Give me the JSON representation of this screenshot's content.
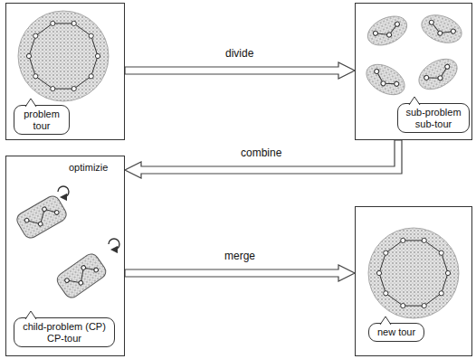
{
  "diagram": {
    "nodes": [
      {
        "text": [
          "problem tour"
        ]
      },
      {
        "text": [
          "sub-problem sub-tour"
        ]
      },
      {
        "text": [
          "optimizie",
          "child-problem (CP) CP-tour"
        ]
      },
      {
        "text": [
          "new tour"
        ]
      }
    ],
    "edges": [
      {
        "from": 0,
        "to": 1,
        "arrow": "to",
        "label": "divide"
      },
      {
        "from": 1,
        "to": 2,
        "arrow": "to",
        "label": "combine"
      },
      {
        "from": 2,
        "to": 3,
        "arrow": "to",
        "label": "merge"
      }
    ]
  }
}
